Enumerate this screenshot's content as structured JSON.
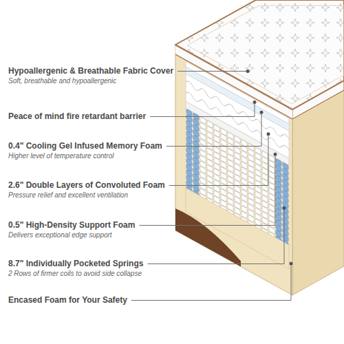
{
  "diagram": {
    "labels": [
      "Hypoallergenic & Breathable Fabric Cover",
      "Soft, breathable and hypoallergenic",
      "Peace of mind fire retardant barrier",
      "0.4\" Cooling Gel Infused Memory Foam",
      "Higher level of temperature control",
      "2.6\" Double Layers of Convoluted Foam",
      "Pressure relief and excellent ventilation",
      "0.5\" High-Density Support Foam",
      "Delivers exceptional edge support",
      "8.7\" Individually Pocketed Springs",
      "2 Rows of firmer coils to avoid side collapse",
      "Encased Foam for Your Safety"
    ]
  }
}
